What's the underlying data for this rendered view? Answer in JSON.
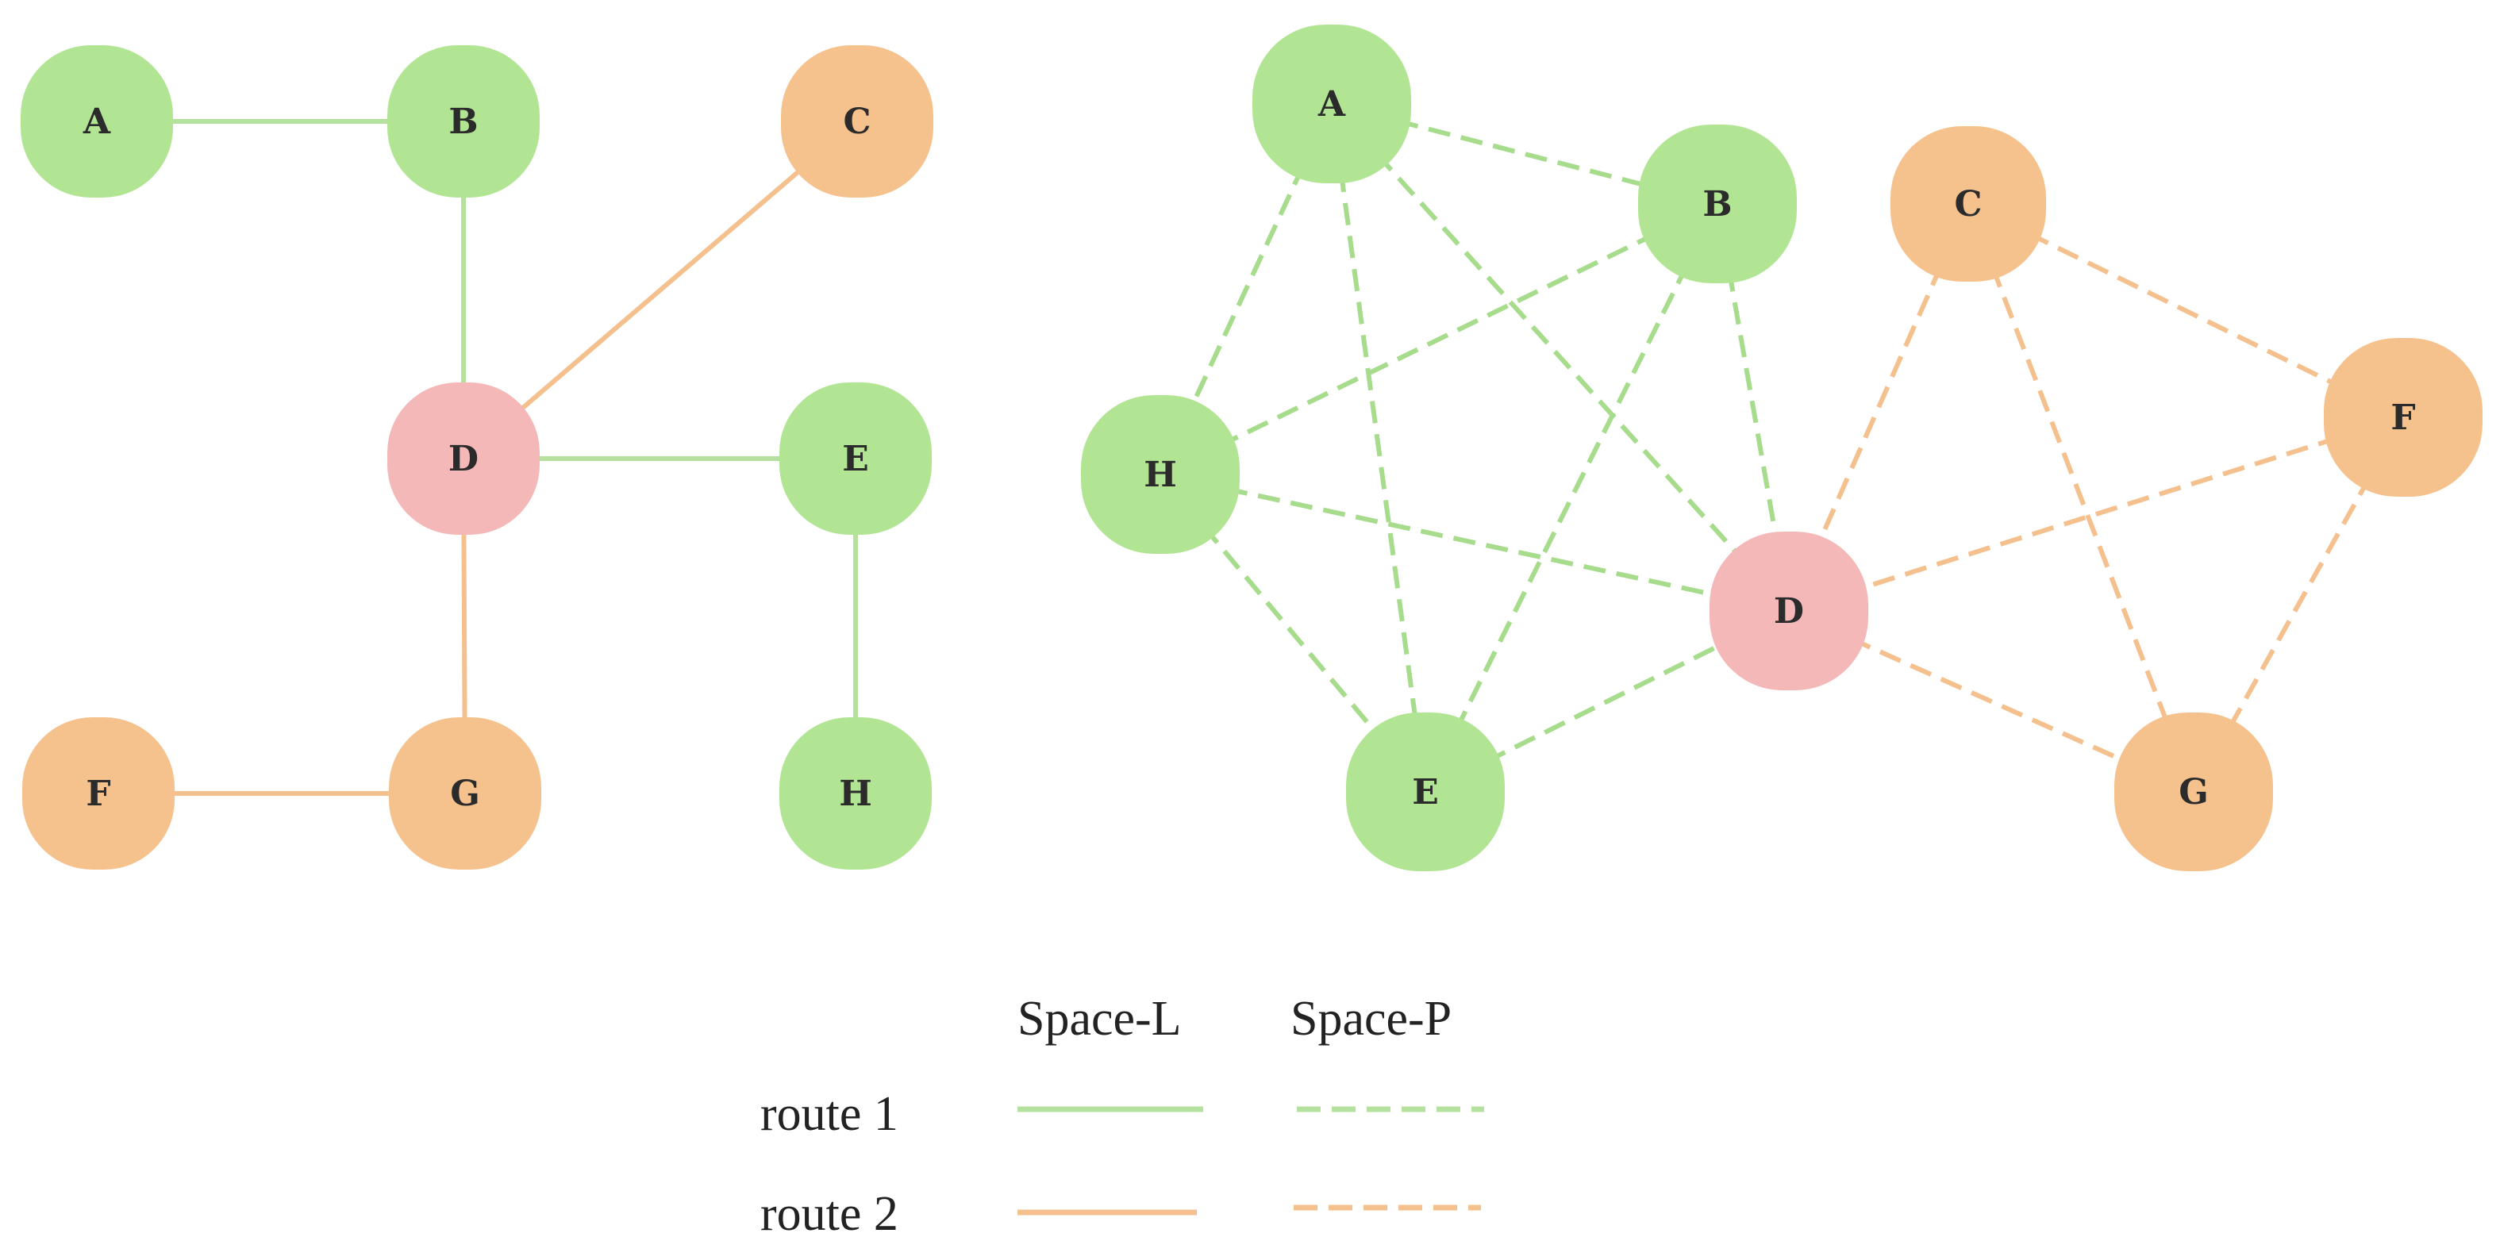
{
  "colors": {
    "route1": "#b4e29e",
    "route1_dash": "#a6dc8c",
    "route2": "#f4c08e",
    "hub": "#f4b8b8",
    "node_route1": "#b2e593",
    "node_route2": "#f5c28e"
  },
  "space_l": {
    "nodes": [
      {
        "id": "A",
        "group": "route1"
      },
      {
        "id": "B",
        "group": "route1"
      },
      {
        "id": "C",
        "group": "route2"
      },
      {
        "id": "D",
        "group": "hub"
      },
      {
        "id": "E",
        "group": "route1"
      },
      {
        "id": "F",
        "group": "route2"
      },
      {
        "id": "G",
        "group": "route2"
      },
      {
        "id": "H",
        "group": "route1"
      }
    ],
    "edges": [
      {
        "from": "A",
        "to": "B",
        "route": "route1"
      },
      {
        "from": "B",
        "to": "D",
        "route": "route1"
      },
      {
        "from": "D",
        "to": "E",
        "route": "route1"
      },
      {
        "from": "E",
        "to": "H",
        "route": "route1"
      },
      {
        "from": "C",
        "to": "D",
        "route": "route2"
      },
      {
        "from": "D",
        "to": "G",
        "route": "route2"
      },
      {
        "from": "F",
        "to": "G",
        "route": "route2"
      }
    ]
  },
  "space_p": {
    "nodes": [
      {
        "id": "A",
        "group": "route1"
      },
      {
        "id": "B",
        "group": "route1"
      },
      {
        "id": "C",
        "group": "route2"
      },
      {
        "id": "D",
        "group": "hub"
      },
      {
        "id": "E",
        "group": "route1"
      },
      {
        "id": "F",
        "group": "route2"
      },
      {
        "id": "G",
        "group": "route2"
      },
      {
        "id": "H",
        "group": "route1"
      }
    ],
    "edges": [
      {
        "from": "A",
        "to": "B",
        "route": "route1"
      },
      {
        "from": "A",
        "to": "H",
        "route": "route1"
      },
      {
        "from": "A",
        "to": "E",
        "route": "route1"
      },
      {
        "from": "A",
        "to": "D",
        "route": "route1"
      },
      {
        "from": "B",
        "to": "H",
        "route": "route1"
      },
      {
        "from": "B",
        "to": "E",
        "route": "route1"
      },
      {
        "from": "B",
        "to": "D",
        "route": "route1"
      },
      {
        "from": "H",
        "to": "D",
        "route": "route1"
      },
      {
        "from": "H",
        "to": "E",
        "route": "route1"
      },
      {
        "from": "E",
        "to": "D",
        "route": "route1"
      },
      {
        "from": "C",
        "to": "F",
        "route": "route2"
      },
      {
        "from": "C",
        "to": "D",
        "route": "route2"
      },
      {
        "from": "C",
        "to": "G",
        "route": "route2"
      },
      {
        "from": "F",
        "to": "D",
        "route": "route2"
      },
      {
        "from": "F",
        "to": "G",
        "route": "route2"
      },
      {
        "from": "D",
        "to": "G",
        "route": "route2"
      }
    ]
  },
  "legend": {
    "col_l": "Space-L",
    "col_p": "Space-P",
    "row_1": "route 1",
    "row_2": "route 2"
  }
}
